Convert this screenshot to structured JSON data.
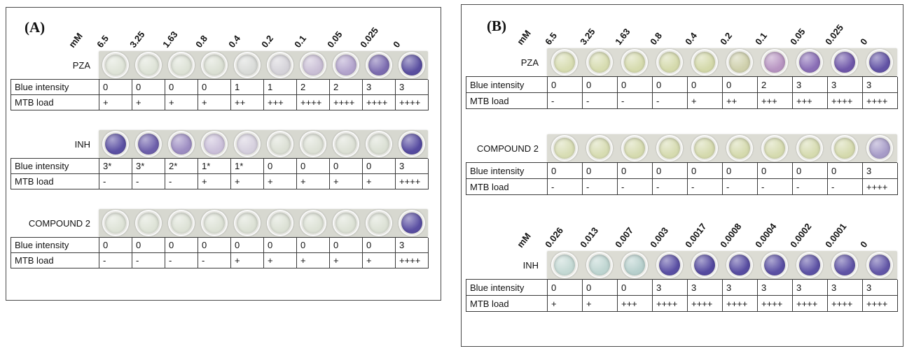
{
  "labels": {
    "blue_intensity": "Blue intensity",
    "mtb_load": "MTB load"
  },
  "panels": [
    {
      "id": "A",
      "label": "(A)",
      "unit_label": "mM",
      "strip_bg": "#d7d8d0",
      "sections": [
        {
          "drug": "PZA",
          "show_concentrations": true,
          "concentrations": [
            "6.5",
            "3.25",
            "1.63",
            "0.8",
            "0.4",
            "0.2",
            "0.1",
            "0.05",
            "0.025",
            "0"
          ],
          "well_colors": [
            "#dfe4d8",
            "#dee3d7",
            "#dde2d6",
            "#dbe0d4",
            "#d9dbd8",
            "#d5d3d9",
            "#cabfd6",
            "#b3a4cd",
            "#7c6cb0",
            "#5a4fa0"
          ],
          "blue_intensity": [
            "0",
            "0",
            "0",
            "0",
            "1",
            "1",
            "2",
            "2",
            "3",
            "3"
          ],
          "mtb_load": [
            "+",
            "+",
            "+",
            "+",
            "++",
            "+++",
            "++++",
            "++++",
            "++++",
            "++++"
          ]
        },
        {
          "drug": "INH",
          "show_concentrations": false,
          "concentrations": [],
          "well_colors": [
            "#5b50a3",
            "#6e60ab",
            "#9d8dc2",
            "#cbc0da",
            "#d6d0de",
            "#dce0d5",
            "#dde1d6",
            "#dde1d6",
            "#dbe0d4",
            "#564ba0"
          ],
          "blue_intensity": [
            "3*",
            "3*",
            "2*",
            "1*",
            "1*",
            "0",
            "0",
            "0",
            "0",
            "3"
          ],
          "mtb_load": [
            "-",
            "-",
            "-",
            "+",
            "+",
            "+",
            "+",
            "+",
            "+",
            "++++"
          ]
        },
        {
          "drug": "COMPOUND 2",
          "show_concentrations": false,
          "concentrations": [],
          "well_colors": [
            "#dee3d7",
            "#dee3d7",
            "#dde2d6",
            "#dde2d6",
            "#dce1d5",
            "#dce1d5",
            "#dde2d6",
            "#dde2d6",
            "#dce1d5",
            "#5a4fa2"
          ],
          "blue_intensity": [
            "0",
            "0",
            "0",
            "0",
            "0",
            "0",
            "0",
            "0",
            "0",
            "3"
          ],
          "mtb_load": [
            "-",
            "-",
            "-",
            "-",
            "+",
            "+",
            "+",
            "+",
            "+",
            "++++"
          ]
        }
      ]
    },
    {
      "id": "B",
      "label": "(B)",
      "unit_label": "mM",
      "strip_bg": "#dcdcd4",
      "sections": [
        {
          "drug": "PZA",
          "show_concentrations": true,
          "concentrations": [
            "6.5",
            "3.25",
            "1.63",
            "0.8",
            "0.4",
            "0.2",
            "0.1",
            "0.05",
            "0.025",
            "0"
          ],
          "well_colors": [
            "#d8ddb2",
            "#d7dcb0",
            "#d6dbae",
            "#d5daac",
            "#d4d9aa",
            "#cfd0ac",
            "#b895c2",
            "#8a6eb6",
            "#7058aa",
            "#6354a6"
          ],
          "blue_intensity": [
            "0",
            "0",
            "0",
            "0",
            "0",
            "0",
            "2",
            "3",
            "3",
            "3"
          ],
          "mtb_load": [
            "-",
            "-",
            "-",
            "-",
            "+",
            "++",
            "+++",
            "+++",
            "++++",
            "++++"
          ]
        },
        {
          "drug": "COMPOUND 2",
          "show_concentrations": false,
          "concentrations": [],
          "well_colors": [
            "#d8ddb4",
            "#d7dcb2",
            "#d6dbb0",
            "#d6dbb0",
            "#d5daae",
            "#d5daae",
            "#d6dbb0",
            "#d6dbb0",
            "#d5daae",
            "#a79cc8"
          ],
          "blue_intensity": [
            "0",
            "0",
            "0",
            "0",
            "0",
            "0",
            "0",
            "0",
            "0",
            "3"
          ],
          "mtb_load": [
            "-",
            "-",
            "-",
            "-",
            "-",
            "-",
            "-",
            "-",
            "-",
            "++++"
          ]
        },
        {
          "drug": "INH",
          "show_concentrations": true,
          "concentrations": [
            "0.026",
            "0.013",
            "0.007",
            "0.003",
            "0.0017",
            "0.0008",
            "0.0004",
            "0.0002",
            "0.0001",
            "0"
          ],
          "well_colors": [
            "#c4d9d4",
            "#bed5d1",
            "#b7d0cd",
            "#5a4fa4",
            "#554aa0",
            "#584da2",
            "#5b50a4",
            "#5d52a5",
            "#6054a6",
            "#6357a8"
          ],
          "blue_intensity": [
            "0",
            "0",
            "0",
            "3",
            "3",
            "3",
            "3",
            "3",
            "3",
            "3"
          ],
          "mtb_load": [
            "+",
            "+",
            "+++",
            "++++",
            "++++",
            "++++",
            "++++",
            "++++",
            "++++",
            "++++"
          ]
        }
      ]
    }
  ]
}
